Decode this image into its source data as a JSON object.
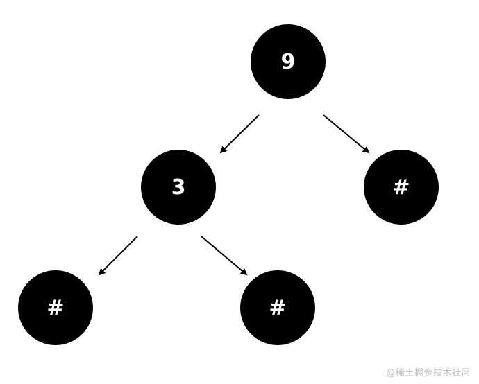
{
  "nodes": {
    "root": "9",
    "left": "3",
    "right": "#",
    "left_left": "#",
    "left_right": "#"
  },
  "edges": [
    {
      "from": "root",
      "to": "left"
    },
    {
      "from": "root",
      "to": "right"
    },
    {
      "from": "left",
      "to": "left_left"
    },
    {
      "from": "left",
      "to": "left_right"
    }
  ],
  "colors": {
    "node_fill": "#000000",
    "node_text": "#ffffff",
    "edge": "#000000",
    "watermark": "#b8bcc4"
  },
  "watermark": "@稀土掘金技术社区"
}
